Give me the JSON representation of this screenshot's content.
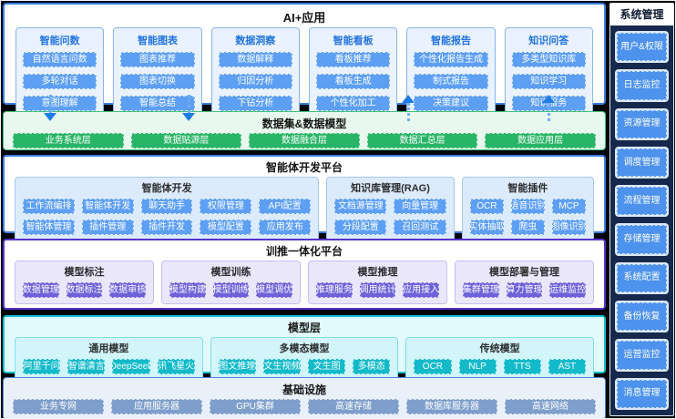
{
  "app_layer": {
    "title": "AI+应用",
    "columns": [
      {
        "title": "智能问数",
        "items": [
          "自然语言问数",
          "多轮对话",
          "意图理解"
        ]
      },
      {
        "title": "智能图表",
        "items": [
          "图表推荐",
          "图表切换",
          "智能总结"
        ]
      },
      {
        "title": "数据洞察",
        "items": [
          "数据解释",
          "归因分析",
          "下钻分析"
        ]
      },
      {
        "title": "智能看板",
        "items": [
          "看板推荐",
          "看板生成",
          "个性化加工"
        ]
      },
      {
        "title": "智能报告",
        "items": [
          "个性化报告生成",
          "制式报告",
          "决策建议"
        ]
      },
      {
        "title": "知识问答",
        "items": [
          "多类型知识库",
          "知识学习",
          "知识服务"
        ]
      }
    ]
  },
  "data_layer": {
    "title": "数据集&数据模型",
    "items": [
      "业务系统层",
      "数据贴源层",
      "数据融合层",
      "数据汇总层",
      "数据应用层"
    ]
  },
  "agent_platform": {
    "title": "智能体开发平台",
    "groups": [
      {
        "title": "智能体开发",
        "items": [
          "工作流编排",
          "智能体开发",
          "聊天助手",
          "权限管理",
          "API配置",
          "智能体管理",
          "插件管理",
          "插件开发",
          "模型配置",
          "应用发布"
        ]
      },
      {
        "title": "知识库管理(RAG)",
        "items": [
          "文档源管理",
          "向量管理",
          "分段配置",
          "召回测试"
        ]
      },
      {
        "title": "智能插件",
        "items": [
          "OCR",
          "语音识别",
          "MCP",
          "实体抽取",
          "爬虫",
          "图像识别"
        ]
      }
    ]
  },
  "training_platform": {
    "title": "训推一体化平台",
    "groups": [
      {
        "title": "模型标注",
        "items": [
          "数据管理",
          "数据标注",
          "数据审核"
        ]
      },
      {
        "title": "模型训练",
        "items": [
          "模型构建",
          "模型训练",
          "模型调优"
        ]
      },
      {
        "title": "模型推理",
        "items": [
          "推理服务",
          "调用统计",
          "应用接入"
        ]
      },
      {
        "title": "模型部署与管理",
        "items": [
          "集群管理",
          "算力管理",
          "运维监控"
        ]
      }
    ]
  },
  "model_layer": {
    "title": "模型层",
    "groups": [
      {
        "title": "通用模型",
        "items": [
          "阿里千问",
          "智谱清言",
          "DeepSeek",
          "讯飞星火"
        ]
      },
      {
        "title": "多模态模型",
        "items": [
          "图文推理",
          "文生视频",
          "文生图",
          "多模态"
        ]
      },
      {
        "title": "传统模型",
        "items": [
          "OCR",
          "NLP",
          "TTS",
          "AST"
        ]
      }
    ]
  },
  "infrastructure": {
    "title": "基础设施",
    "items": [
      "业务专网",
      "应用服务器",
      "GPU集群",
      "高速存储",
      "数据库服务器",
      "高速网络"
    ]
  },
  "system_management": {
    "title": "系统管理",
    "items": [
      "用户&权限",
      "日志监控",
      "资源管理",
      "调度管理",
      "流程管理",
      "存储管理",
      "系统配置",
      "备份恢复",
      "运营监控",
      "消息管理"
    ]
  },
  "colors": {
    "node_blue": "#5d9ff3",
    "node_green": "#29b567",
    "node_purple": "#6e62d8",
    "node_cyan": "#13bac9",
    "node_steel_blue": "#7e9ecb",
    "sidebar_bg": "#16294d",
    "border_blue": "#3b7ce0",
    "border_green": "#43c07b",
    "border_purple": "#5633cc",
    "border_cyan": "#12bfd2",
    "arrow_blue": "#1e7ce5"
  }
}
